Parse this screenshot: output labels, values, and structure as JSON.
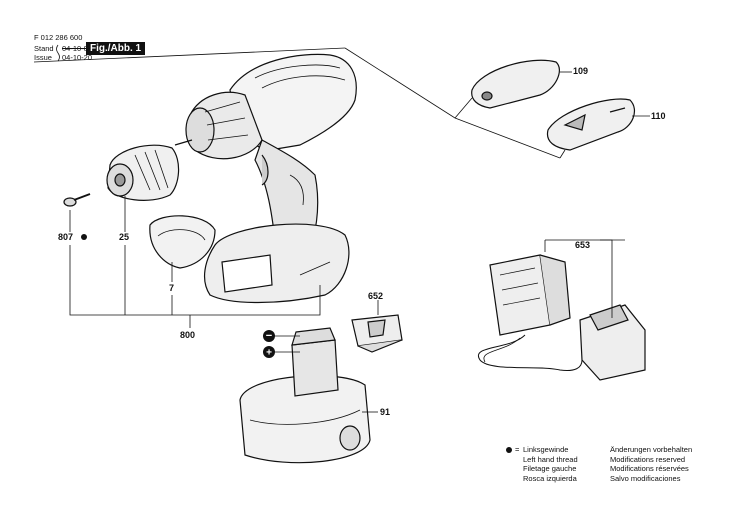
{
  "header": {
    "doc_number": "F 012 286 600",
    "stand_label": "Stand",
    "stand_date": "04-10-05",
    "issue_label": "Issue",
    "issue_date": "04-10-20",
    "figure_tag": "Fig./Abb. 1"
  },
  "parts": {
    "p109": "109",
    "p110": "110",
    "p807": "807",
    "p25": "25",
    "p7": "7",
    "p800": "800",
    "p652": "652",
    "p653": "653",
    "p91": "91"
  },
  "battery_polarity": {
    "minus": "−",
    "plus": "+"
  },
  "legend": {
    "thread": [
      "Linksgewinde",
      "Left hand thread",
      "Filetage gauche",
      "Rosca izquierda"
    ],
    "mods": [
      "Änderungen vorbehalten",
      "Modifications reserved",
      "Modifications réservées",
      "Salvo modificaciones"
    ]
  }
}
